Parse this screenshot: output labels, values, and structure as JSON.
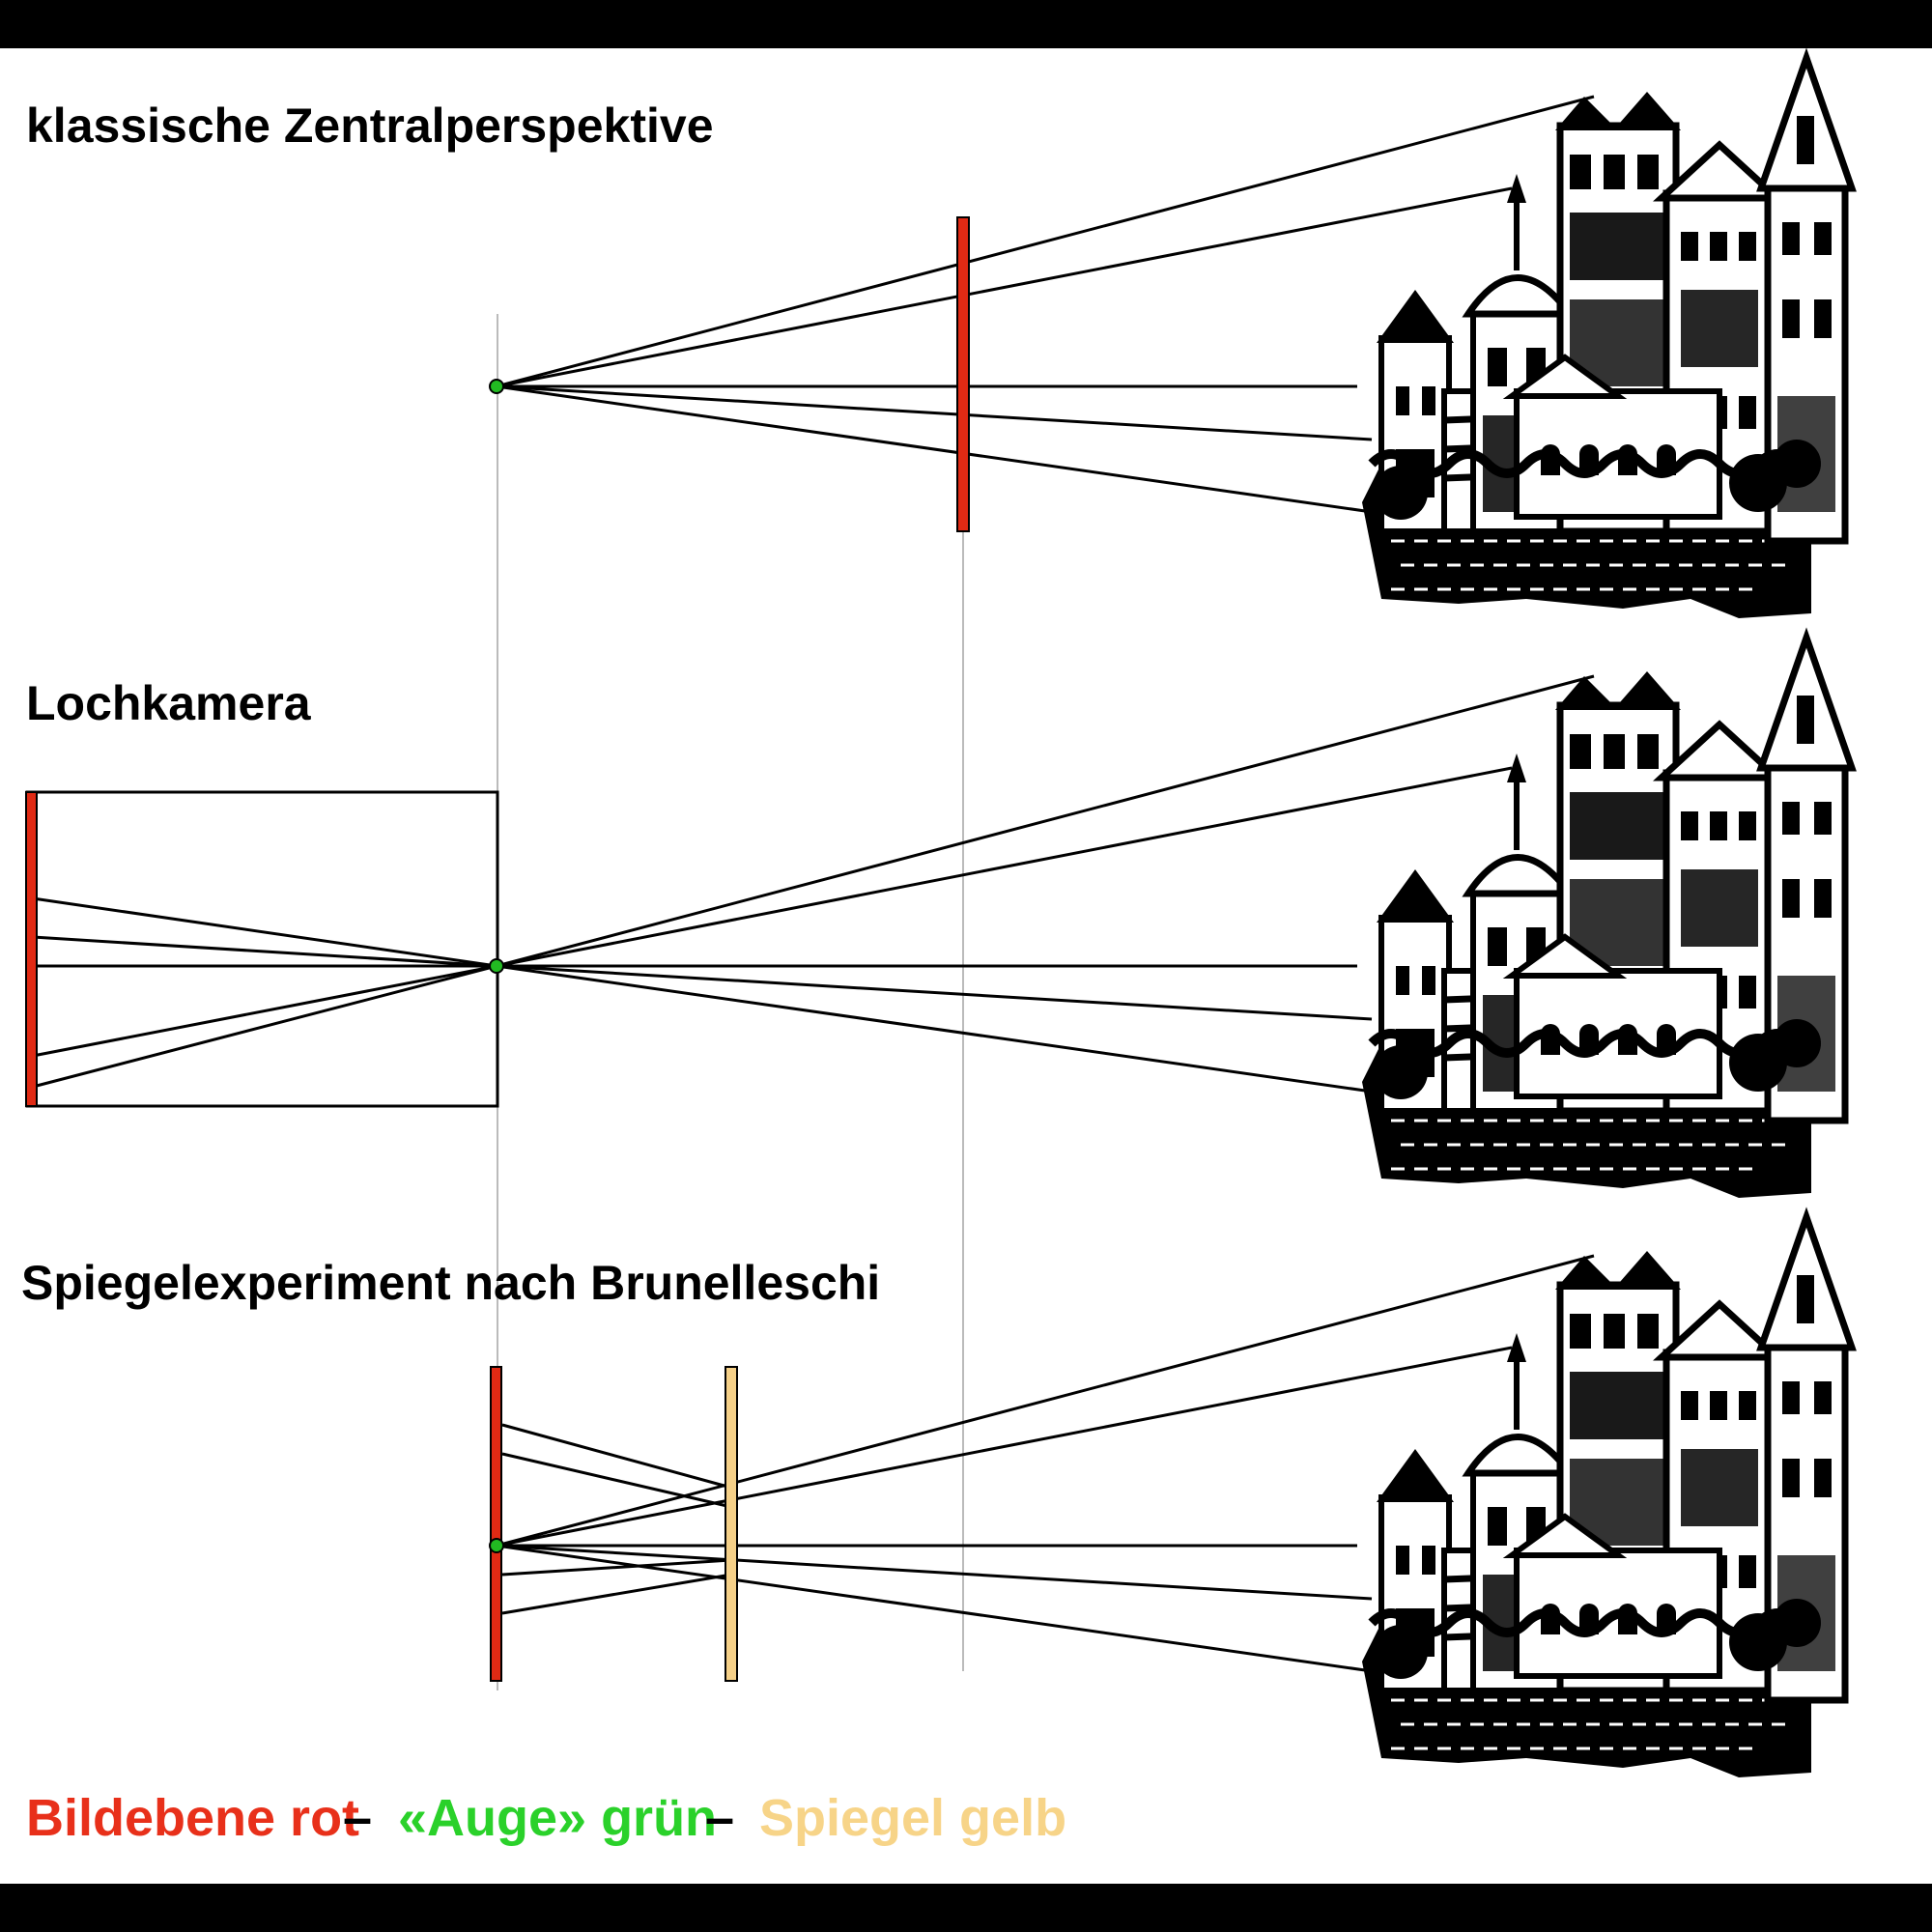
{
  "titles": {
    "central": "klassische Zentralperspektive",
    "pinhole": "Lochkamera",
    "mirror": "Spiegelexperiment nach Brunelleschi"
  },
  "legend": {
    "red_label": "Bildebene rot",
    "sep1": "–",
    "green_label": "«Auge» grün",
    "sep2": "–",
    "yellow_label": "Spiegel gelb"
  },
  "colors": {
    "image_plane": "#e02a14",
    "eye": "#22bb22",
    "mirror": "#f5d088",
    "legend_red": "#e8301a",
    "legend_green": "#2ad12a",
    "legend_yellow": "#f7d488",
    "frame": "#000000",
    "background": "#ffffff"
  },
  "icons": {
    "castle": "castle-illustration",
    "eye": "eye-point"
  }
}
